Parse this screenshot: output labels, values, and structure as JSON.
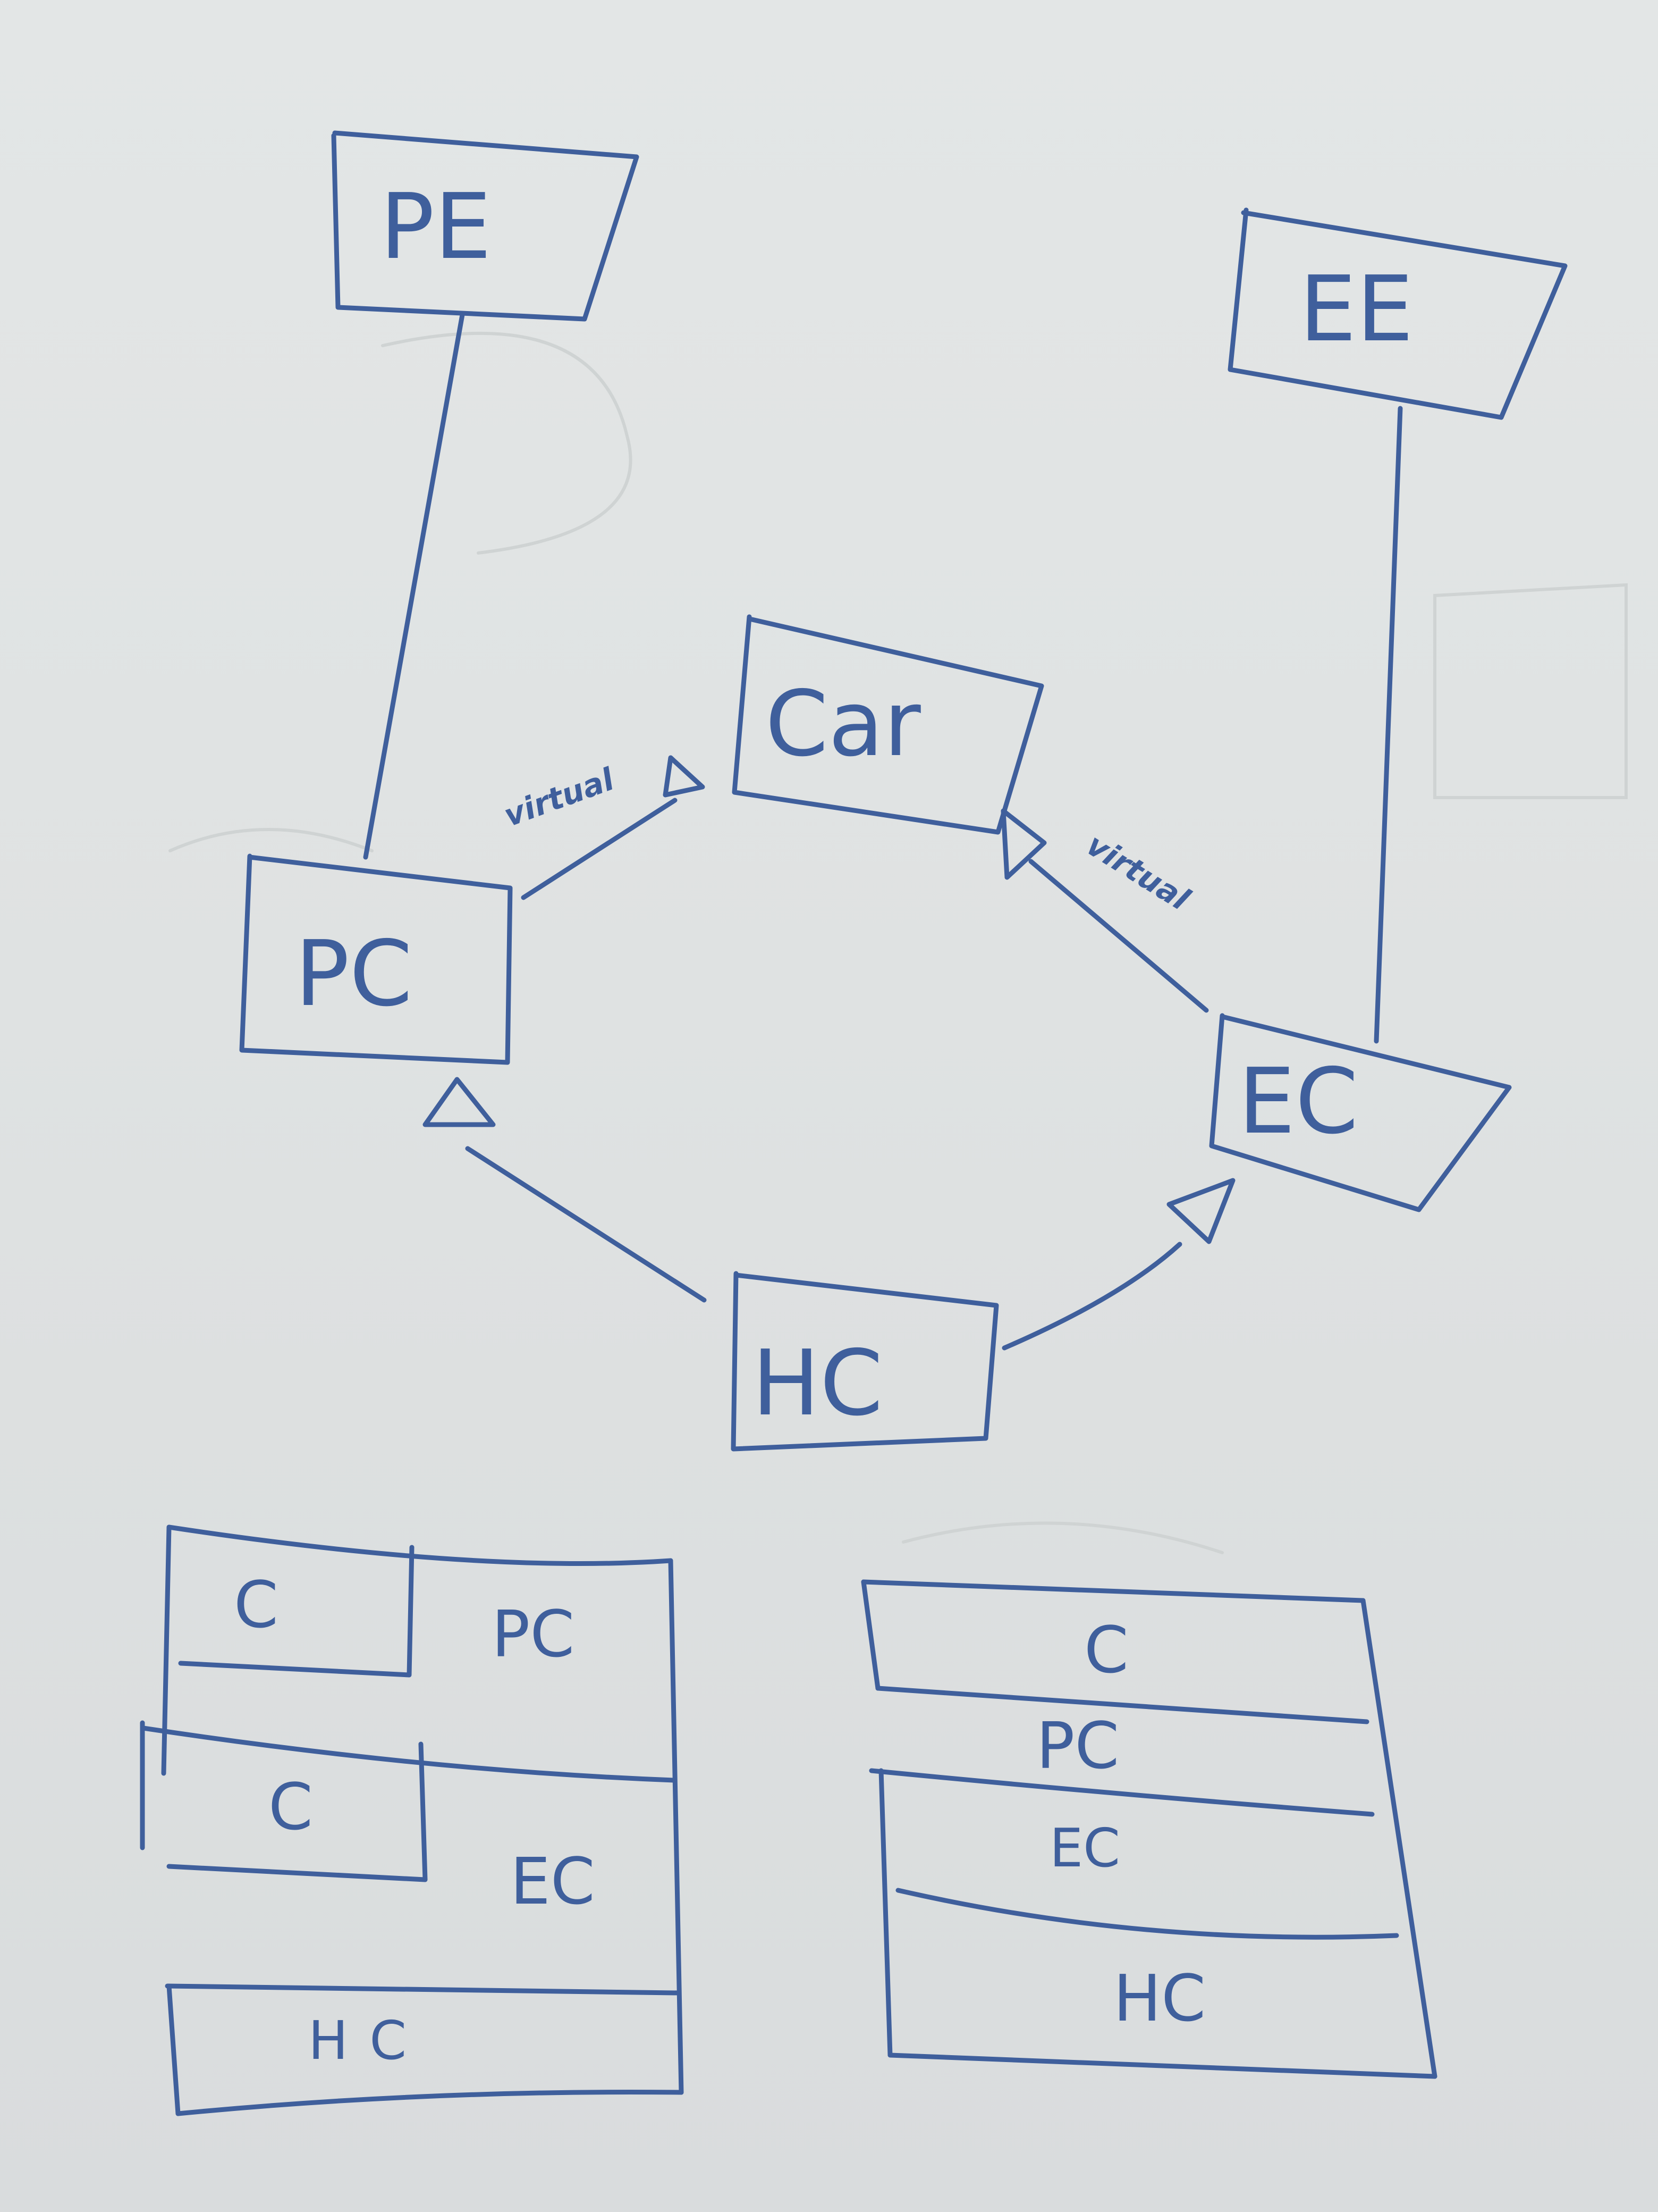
{
  "hierarchy": {
    "nodes": {
      "pe": "PE",
      "ee": "EE",
      "car": "Car",
      "pc": "PC",
      "ec": "EC",
      "hc": "HC"
    },
    "edge_labels": {
      "pc_to_car": "virtual",
      "ec_to_car": "virtual"
    }
  },
  "layout_left": {
    "pc_inner": "C",
    "pc_label": "PC",
    "ec_inner": "C",
    "ec_label": "EC",
    "hc_label": "HC"
  },
  "layout_right": {
    "rows": [
      "C",
      "PC",
      "EC",
      "HC"
    ]
  },
  "colors": {
    "ink": "#3f5f9c",
    "board": "#e1e4e4"
  }
}
